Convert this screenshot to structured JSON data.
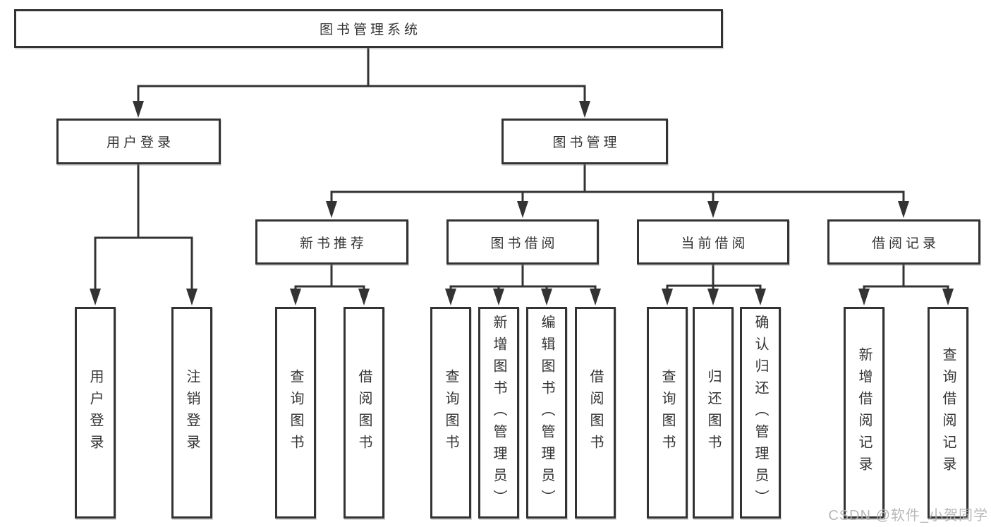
{
  "diagram": {
    "type": "hierarchy-tree",
    "colors": {
      "line": "#333333",
      "box_border": "#333333",
      "box_fill": "#ffffff",
      "text": "#333333",
      "watermark": "#b2b2b2"
    },
    "tree": {
      "root": {
        "label": "图书管理系统",
        "children": [
          {
            "label": "用户登录",
            "children": [
              {
                "label": "用户登录"
              },
              {
                "label": "注销登录"
              }
            ]
          },
          {
            "label": "图书管理",
            "children": [
              {
                "label": "新书推荐",
                "children": [
                  {
                    "label": "查询图书"
                  },
                  {
                    "label": "借阅图书"
                  }
                ]
              },
              {
                "label": "图书借阅",
                "children": [
                  {
                    "label": "查询图书"
                  },
                  {
                    "label": "新增图书（管理员）"
                  },
                  {
                    "label": "编辑图书（管理员）"
                  },
                  {
                    "label": "借阅图书"
                  }
                ]
              },
              {
                "label": "当前借阅",
                "children": [
                  {
                    "label": "查询图书"
                  },
                  {
                    "label": "归还图书"
                  },
                  {
                    "label": "确认归还（管理员）"
                  }
                ]
              },
              {
                "label": "借阅记录",
                "children": [
                  {
                    "label": "新增借阅记录"
                  },
                  {
                    "label": "查询借阅记录"
                  }
                ]
              }
            ]
          }
        ]
      }
    }
  },
  "watermark": {
    "text": "CSDN @软件_小贺同学"
  }
}
